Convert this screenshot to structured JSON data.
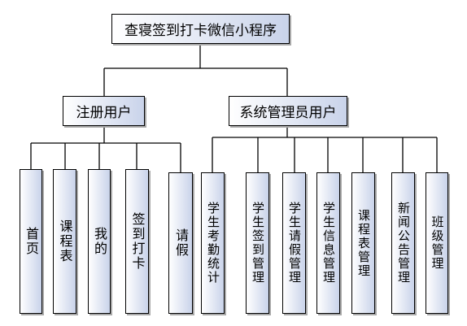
{
  "root": {
    "label": "查寝签到打卡微信小程序"
  },
  "groups": [
    {
      "label": "注册用户",
      "children": [
        {
          "label": "首页"
        },
        {
          "label": "课程表"
        },
        {
          "label": "我的"
        },
        {
          "label": "签到打卡"
        },
        {
          "label": "请假"
        }
      ]
    },
    {
      "label": "系统管理员用户",
      "children": [
        {
          "label": "学生考勤统计"
        },
        {
          "label": "学生签到管理"
        },
        {
          "label": "学生请假管理"
        },
        {
          "label": "学生信息管理"
        },
        {
          "label": "课程表管理"
        },
        {
          "label": "新闻公告管理"
        },
        {
          "label": "班级管理"
        }
      ]
    }
  ]
}
